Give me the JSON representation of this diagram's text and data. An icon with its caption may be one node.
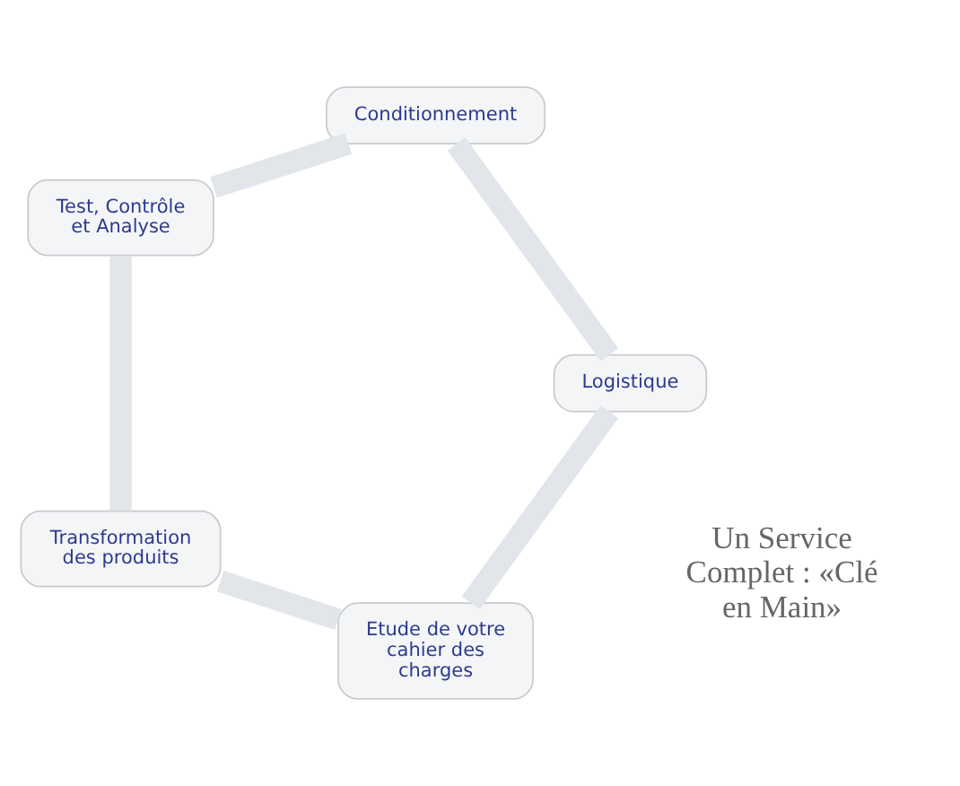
{
  "diagram": {
    "nodes": [
      {
        "text": [
          "Etude de votre cahier des charges"
        ]
      },
      {
        "text": [
          "Logistique"
        ]
      },
      {
        "text": [
          "Transformation des produits"
        ]
      },
      {
        "text": [
          "Conditionnement"
        ]
      },
      {
        "text": [
          "Test, Contrôle et Analyse"
        ]
      }
    ],
    "edges": [
      {
        "from": 0,
        "to": 2,
        "arrow": "none"
      },
      {
        "from": 2,
        "to": 4,
        "arrow": "none"
      },
      {
        "from": 4,
        "to": 3,
        "arrow": "none"
      },
      {
        "from": 3,
        "to": 1,
        "arrow": "none"
      },
      {
        "from": 1,
        "to": 0,
        "arrow": "none"
      }
    ],
    "labels": [
      "Un Service Complet : «Clé en Main»"
    ]
  }
}
